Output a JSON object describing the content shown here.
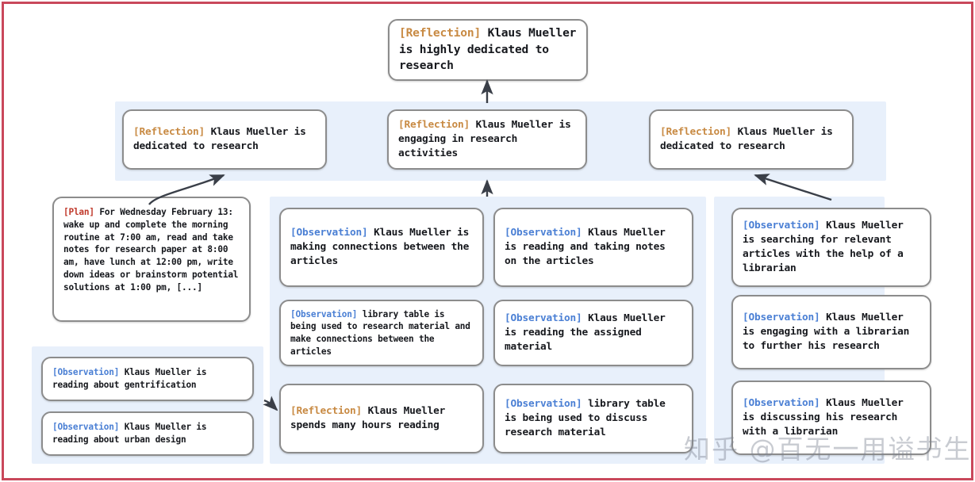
{
  "diagram": {
    "title": "Reflection tree for Klaus Mueller",
    "accent_border": "#c9485b",
    "panel_background": "#e8f0fb",
    "node_border": "#8c8c8c",
    "tag_colors": {
      "reflection": "#c88a43",
      "observation": "#4a7fd4",
      "plan": "#c0392b"
    }
  },
  "root": {
    "tag": "[Reflection]",
    "text": " Klaus Mueller is highly dedicated to research"
  },
  "reflections": [
    {
      "tag": "[Reflection]",
      "text": " Klaus Mueller is dedicated to research"
    },
    {
      "tag": "[Reflection]",
      "text": " Klaus Mueller is engaging in research activities"
    },
    {
      "tag": "[Reflection]",
      "text": " Klaus Mueller is dedicated to research"
    }
  ],
  "plan_node": {
    "tag": "[Plan]",
    "text": " For Wednesday February 13: wake up and complete the morning routine at 7:00 am, read and take notes for research paper at 8:00 am, have lunch at 12:00 pm, write down ideas or brainstorm potential solutions at 1:00 pm, [...]"
  },
  "left_observations": [
    {
      "tag": "[Observation]",
      "text": " Klaus Mueller is reading about gentrification"
    },
    {
      "tag": "[Observation]",
      "text": " Klaus Mueller is reading about urban design"
    }
  ],
  "column_one": [
    {
      "tag": "[Observation]",
      "tag_type": "observation",
      "text": " Klaus Mueller is making connections between the articles"
    },
    {
      "tag": "[Observation]",
      "tag_type": "observation",
      "text": " library table is being used to research material and make connections between the articles"
    },
    {
      "tag": "[Reflection]",
      "tag_type": "reflection",
      "text": " Klaus Mueller spends many hours reading"
    }
  ],
  "column_two": [
    {
      "tag": "[Observation]",
      "tag_type": "observation",
      "text": " Klaus Mueller is reading and taking notes on the articles"
    },
    {
      "tag": "[Observation]",
      "tag_type": "observation",
      "text": " Klaus Mueller is reading the assigned material"
    },
    {
      "tag": "[Observation]",
      "tag_type": "observation",
      "text": " library table is being used to discuss research material"
    }
  ],
  "column_three": [
    {
      "tag": "[Observation]",
      "tag_type": "observation",
      "text": " Klaus Mueller is searching for relevant articles with the help of a librarian"
    },
    {
      "tag": "[Observation]",
      "tag_type": "observation",
      "text": " Klaus Mueller is engaging with a librarian to further his research"
    },
    {
      "tag": "[Observation]",
      "tag_type": "observation",
      "text": " Klaus Mueller is discussing his research with a librarian"
    }
  ],
  "watermark": {
    "text": "知乎 @百无一用谥书生"
  }
}
